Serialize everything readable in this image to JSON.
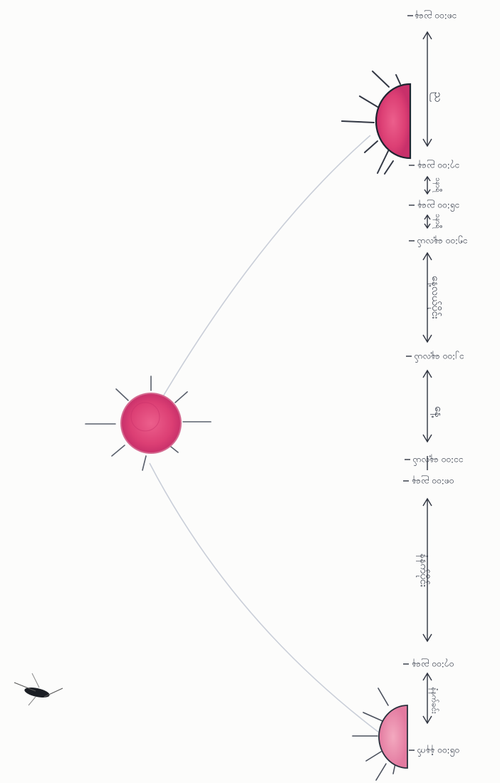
{
  "diagram": {
    "colors": {
      "paper": "#fcfcfb",
      "sun_fill": "#e0487a",
      "sun_dark": "#b8285a",
      "sun_edge": "#c03060",
      "ink": "#2d3442",
      "arc_line": "#c7ccd6",
      "ray": "#3a3f4b"
    },
    "timeline": {
      "labels": [
        {
          "id": "t-0600",
          "text": "၀၆:၀၀ နံနက်"
        },
        {
          "id": "t-0700",
          "text": "၀၇:၀၀ ညနေ"
        },
        {
          "id": "t-0800",
          "text": "၀၈:၀၀ ညနေ"
        },
        {
          "id": "t-1100",
          "text": "၁၁:၀၀ နေ့လယ်"
        },
        {
          "id": "t-1200",
          "text": "၁၂:၀၀ နေ့လယ်"
        },
        {
          "id": "t-1500",
          "text": "၁၅:၀၀ နေ့လယ်"
        },
        {
          "id": "t-1600",
          "text": "၁၆:၀၀ ညနေ"
        },
        {
          "id": "t-1700",
          "text": "၁၇:၀၀ ညနေ"
        },
        {
          "id": "t-1800",
          "text": "၁၈:၀၀ ညနေ"
        }
      ],
      "durations": [
        {
          "id": "d-dawn",
          "text": "နံနက်ခင်း"
        },
        {
          "id": "d-morning",
          "text": "နံနက်ပိုင်း"
        },
        {
          "id": "d-noon",
          "text": "နေ့"
        },
        {
          "id": "d-afternoon",
          "text": "နေ့လယ်ပိုင်း"
        },
        {
          "id": "d-short1",
          "text": "၁နာရီ"
        },
        {
          "id": "d-short2",
          "text": "၁နာရီ"
        },
        {
          "id": "d-dusk",
          "text": "ည"
        }
      ]
    }
  }
}
